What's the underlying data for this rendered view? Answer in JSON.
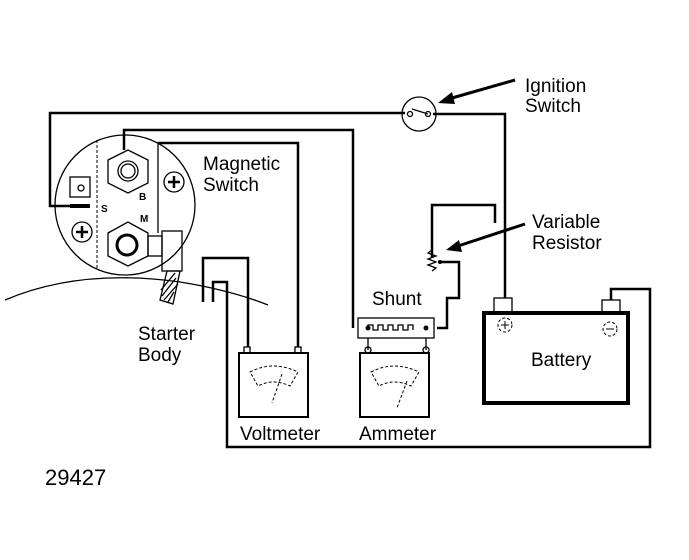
{
  "diagram": {
    "title": "Starter magnetic switch test circuit",
    "figure_number": "29427",
    "colors": {
      "ink": "#000000",
      "background": "#ffffff"
    },
    "labels": {
      "ignition_switch": [
        "Ignition",
        "Switch"
      ],
      "magnetic_switch": [
        "Magnetic",
        "Switch"
      ],
      "variable_resistor": [
        "Variable",
        "Resistor"
      ],
      "shunt": "Shunt",
      "starter_body": [
        "Starter",
        "Body"
      ],
      "battery": "Battery",
      "voltmeter": "Voltmeter",
      "ammeter": "Ammeter"
    },
    "terminals": {
      "b": "B",
      "m": "M",
      "s": "S",
      "battery_positive": "+",
      "battery_negative": "−"
    },
    "components": [
      {
        "id": "magnetic-switch",
        "type": "solenoid",
        "terminals": [
          "S",
          "B",
          "M"
        ]
      },
      {
        "id": "ignition-switch",
        "type": "switch"
      },
      {
        "id": "variable-resistor",
        "type": "rheostat"
      },
      {
        "id": "shunt",
        "type": "shunt"
      },
      {
        "id": "voltmeter",
        "type": "meter"
      },
      {
        "id": "ammeter",
        "type": "meter"
      },
      {
        "id": "battery",
        "type": "battery"
      },
      {
        "id": "starter-body",
        "type": "ground"
      }
    ]
  }
}
